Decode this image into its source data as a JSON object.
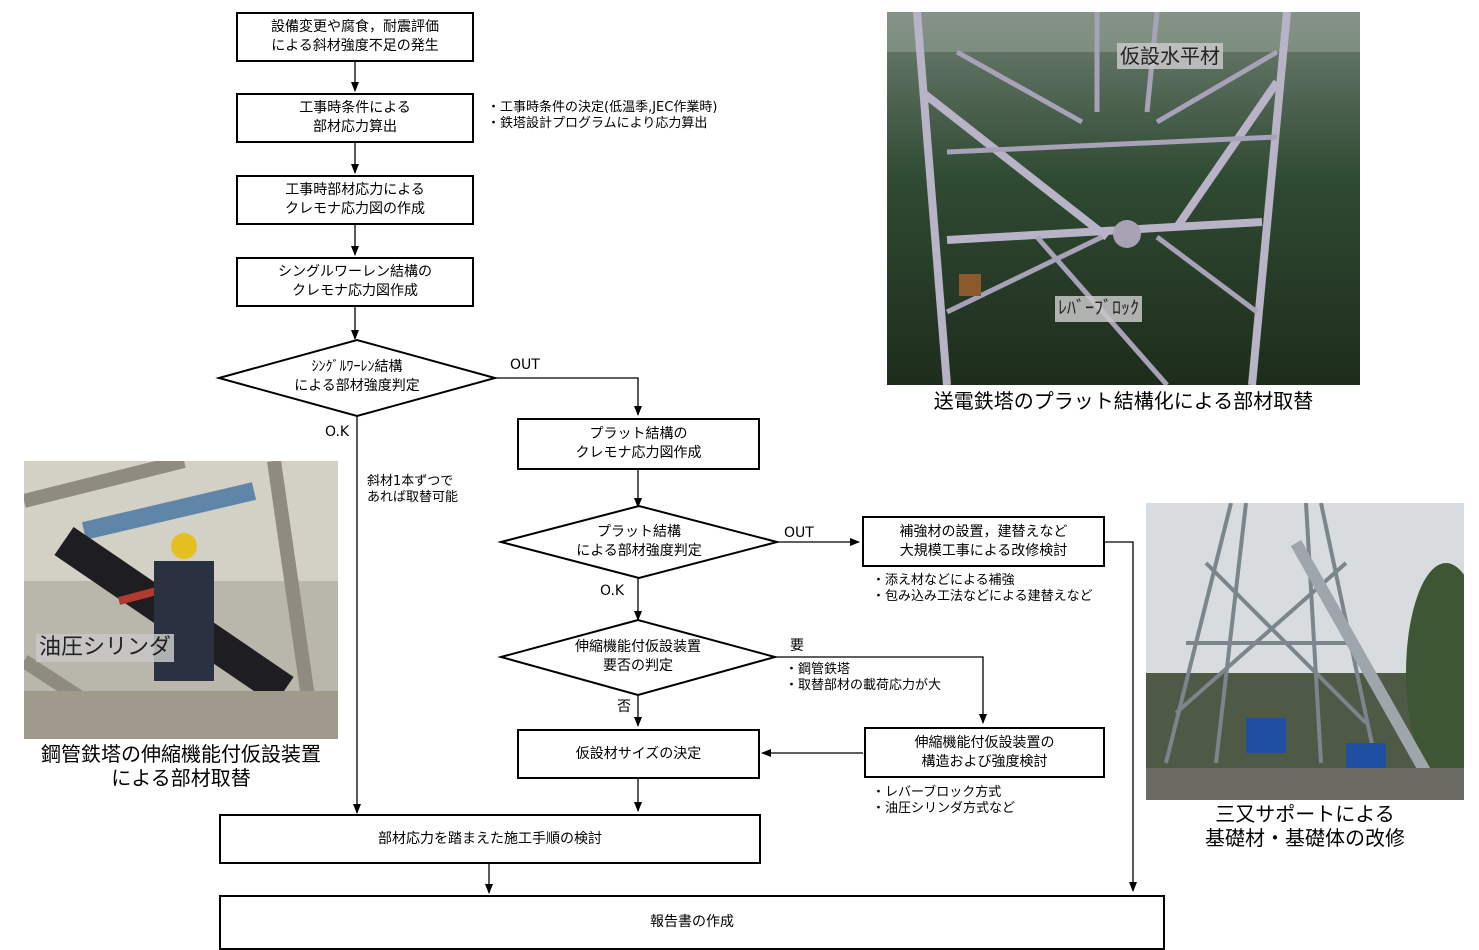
{
  "flow": {
    "step1": [
      "設備変更や腐食，耐震評価",
      "による斜材強度不足の発生"
    ],
    "step2": [
      "工事時条件による",
      "部材応力算出"
    ],
    "step2_notes": [
      "・工事時条件の決定(低温季,JEC作業時)",
      "・鉄塔設計プログラムにより応力算出"
    ],
    "step3": [
      "工事時部材応力による",
      "クレモナ応力図の作成"
    ],
    "step4": [
      "シングルワーレン結構の",
      "クレモナ応力図作成"
    ],
    "decision1": [
      "ｼﾝｸﾞﾙﾜｰﾚﾝ結構",
      "による部材強度判定"
    ],
    "decision1_out": "OUT",
    "decision1_ok": "O.K",
    "ok_note": [
      "斜材1本ずつで",
      "あれば取替可能"
    ],
    "step5": [
      "プラット結構の",
      "クレモナ応力図作成"
    ],
    "decision2": [
      "プラット結構",
      "による部材強度判定"
    ],
    "decision2_out": "OUT",
    "decision2_ok": "O.K",
    "large_scale": [
      "補強材の設置，建替えなど",
      "大規模工事による改修検討"
    ],
    "large_scale_notes": [
      "・添え材などによる補強",
      "・包み込み工法などによる建替えなど"
    ],
    "decision3": [
      "伸縮機能付仮設装置",
      "要否の判定"
    ],
    "decision3_yes": "要",
    "decision3_no": "否",
    "decision3_notes": [
      "・鋼管鉄塔",
      "・取替部材の載荷応力が大"
    ],
    "device_study": [
      "伸縮機能付仮設装置の",
      "構造および強度検討"
    ],
    "device_notes": [
      "・レバーブロック方式",
      "・油圧シリンダ方式など"
    ],
    "temp_size": "仮設材サイズの決定",
    "procedure": "部材応力を踏まえた施工手順の検討",
    "report": "報告書の作成"
  },
  "photos": {
    "top_right": {
      "tag1": "仮設水平材",
      "tag2": "ﾚﾊﾞｰﾌﾞﾛｯｸ",
      "caption": [
        "送電鉄塔のプラット結構化による部材取替"
      ]
    },
    "left": {
      "tag": "油圧シリンダ",
      "caption": [
        "鋼管鉄塔の伸縮機能付仮設装置",
        "による部材取替"
      ]
    },
    "bottom_right": {
      "caption": [
        "三又サポートによる",
        "基礎材・基礎体の改修"
      ]
    }
  }
}
